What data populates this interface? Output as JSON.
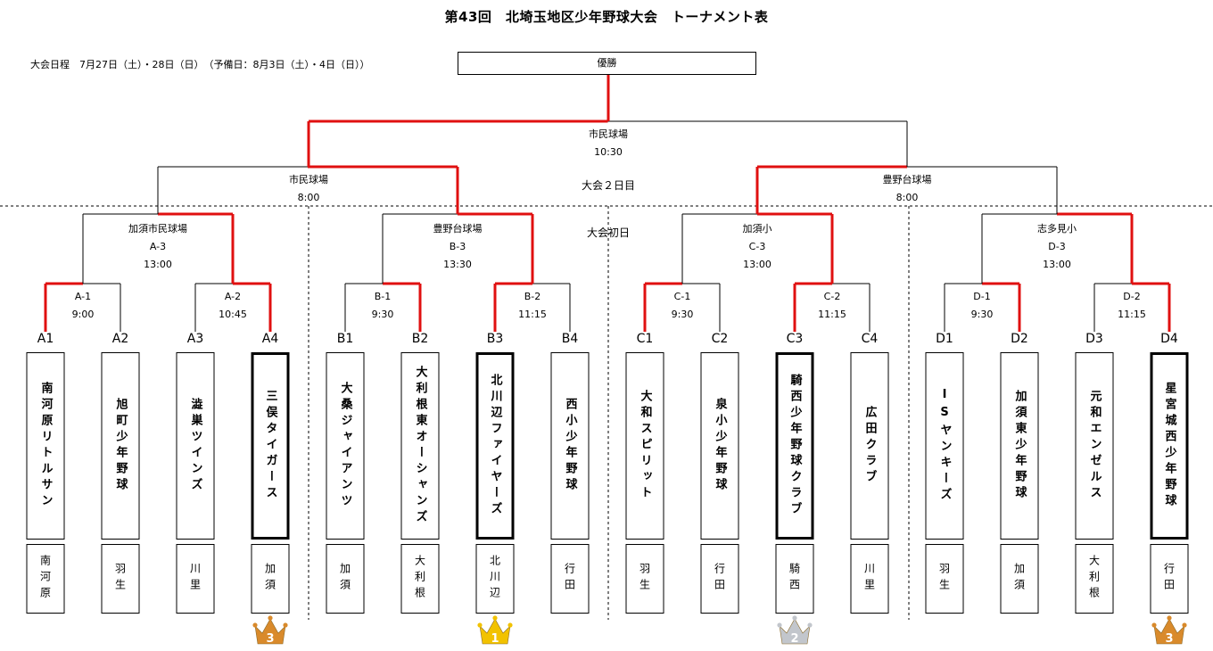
{
  "header": {
    "title": "第43回　北埼玉地区少年野球大会　トーナメント表",
    "schedule": "大会日程　7月27日（土）・28日（日）　（予備日：8月3日（土）・4日（日））"
  },
  "champion_label": "優勝",
  "day_labels": {
    "day2": "大会２日目",
    "day1": "大会初日"
  },
  "final": {
    "venue": "市民球場",
    "time": "10:30"
  },
  "semis": [
    {
      "venue": "市民球場",
      "time": "8:00"
    },
    {
      "venue": "豊野台球場",
      "time": "8:00"
    }
  ],
  "quarters": [
    {
      "venue": "加須市民球場",
      "code": "A-3",
      "time": "13:00"
    },
    {
      "venue": "豊野台球場",
      "code": "B-3",
      "time": "13:30"
    },
    {
      "venue": "加須小",
      "code": "C-3",
      "time": "13:00"
    },
    {
      "venue": "志多見小",
      "code": "D-3",
      "time": "13:00"
    }
  ],
  "first_round": [
    {
      "code": "A-1",
      "time": "9:00"
    },
    {
      "code": "A-2",
      "time": "10:45"
    },
    {
      "code": "B-1",
      "time": "9:30"
    },
    {
      "code": "B-2",
      "time": "11:15"
    },
    {
      "code": "C-1",
      "time": "9:30"
    },
    {
      "code": "C-2",
      "time": "11:15"
    },
    {
      "code": "D-1",
      "time": "9:30"
    },
    {
      "code": "D-2",
      "time": "11:15"
    }
  ],
  "teams": [
    {
      "code": "A1",
      "name": "南河原リトルサン",
      "city": "南河原"
    },
    {
      "code": "A2",
      "name": "旭町少年野球",
      "city": "羽生"
    },
    {
      "code": "A3",
      "name": "澁巣ツインズ",
      "city": "川里"
    },
    {
      "code": "A4",
      "name": "三俣タイガース",
      "city": "加須"
    },
    {
      "code": "B1",
      "name": "大桑ジャイアンツ",
      "city": "加須"
    },
    {
      "code": "B2",
      "name": "大利根東オーシャンズ",
      "city": "大利根"
    },
    {
      "code": "B3",
      "name": "北川辺ファイヤーズ",
      "city": "北川辺"
    },
    {
      "code": "B4",
      "name": "西小少年野球",
      "city": "行田"
    },
    {
      "code": "C1",
      "name": "大和スピリット",
      "city": "羽生"
    },
    {
      "code": "C2",
      "name": "泉小少年野球",
      "city": "行田"
    },
    {
      "code": "C3",
      "name": "騎西少年野球クラブ",
      "city": "騎西"
    },
    {
      "code": "C4",
      "name": "広田クラブ",
      "city": "川里"
    },
    {
      "code": "D1",
      "name": "ISヤンキーズ",
      "city": "羽生"
    },
    {
      "code": "D2",
      "name": "加須東少年野球",
      "city": "加須"
    },
    {
      "code": "D3",
      "name": "元和エンゼルス",
      "city": "大利根"
    },
    {
      "code": "D4",
      "name": "星宮城西少年野球",
      "city": "行田"
    }
  ],
  "trophies": [
    {
      "team": "A4",
      "rank": "3",
      "icon": "bronze-crown-icon",
      "color": "#d98a2b"
    },
    {
      "team": "B3",
      "rank": "1",
      "icon": "gold-crown-icon",
      "color": "#f2c200"
    },
    {
      "team": "C3",
      "rank": "2",
      "icon": "silver-crown-icon",
      "color": "#c2c6cc"
    },
    {
      "team": "D4",
      "rank": "3",
      "icon": "bronze-crown-icon",
      "color": "#d98a2b"
    }
  ],
  "colors": {
    "win_line": "#e01010",
    "line": "#000000"
  }
}
